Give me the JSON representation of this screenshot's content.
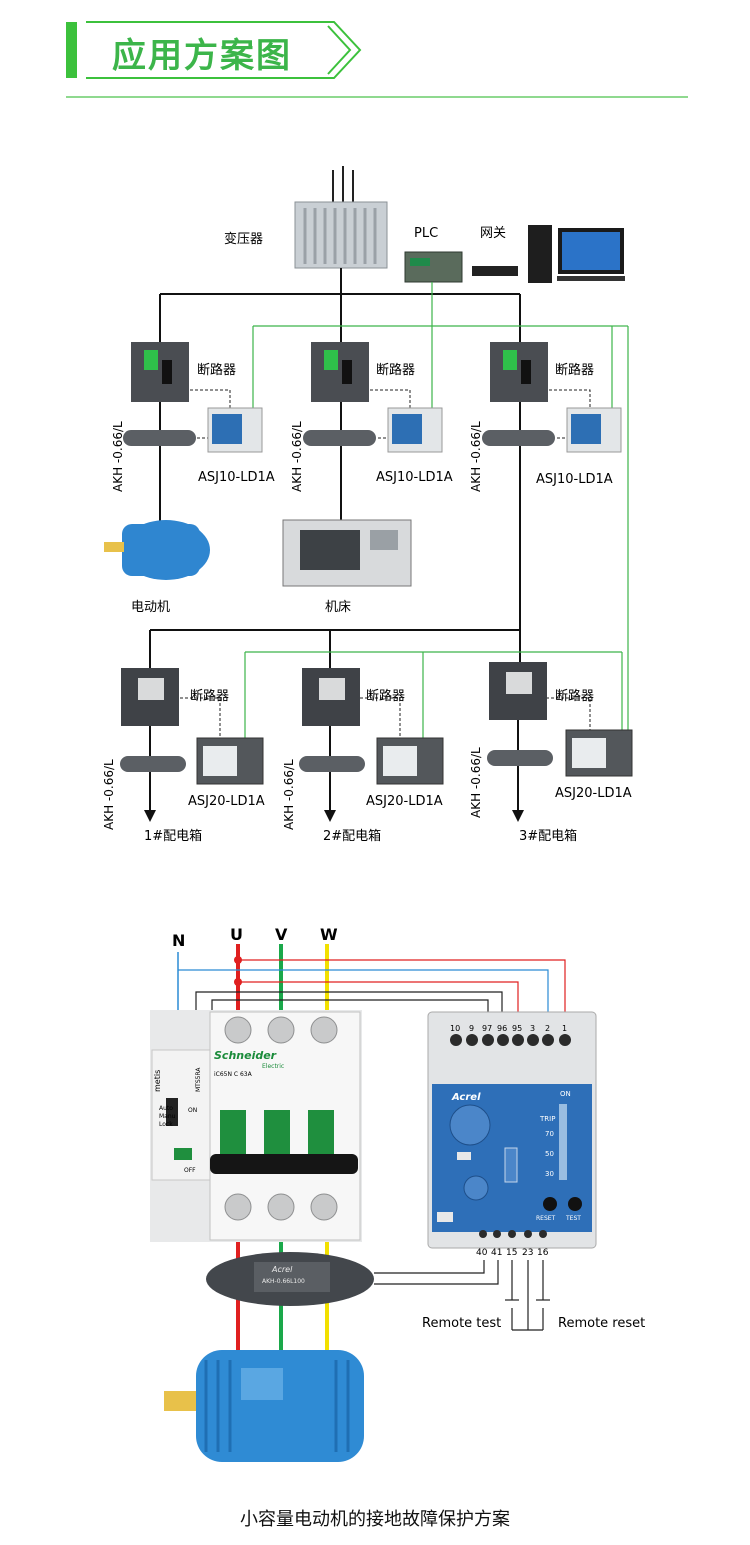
{
  "header": {
    "title": "应用方案图"
  },
  "diagram1": {
    "transformer_label": "变压器",
    "plc_label": "PLC",
    "gateway_label": "网关",
    "breaker_label": "断路器",
    "ct_label": "AKH -0.66/L",
    "asj10_label": "ASJ10-LD1A",
    "asj20_label": "ASJ20-LD1A",
    "motor_label": "电动机",
    "machine_label": "机床",
    "box1_label": "1#配电箱",
    "box2_label": "2#配电箱",
    "box3_label": "3#配电箱",
    "colors": {
      "power_line": "#111111",
      "comm_line": "#3cb54a"
    }
  },
  "diagram2": {
    "phase_n": "N",
    "phase_u": "U",
    "phase_v": "V",
    "phase_w": "W",
    "breaker_brand": "Schneider",
    "breaker_sub": "Electric",
    "breaker_model": "iC65N C 63A",
    "breaker_side_brand": "metis",
    "breaker_side_model": "MTS5RA",
    "breaker_modes": [
      "Auto",
      "Manu",
      "Lock"
    ],
    "breaker_on": "ON",
    "breaker_off": "OFF",
    "relay_terminals_top": [
      "10",
      "9",
      "97",
      "96",
      "95",
      "3",
      "2",
      "1"
    ],
    "relay_terminals_bottom": [
      "40",
      "41",
      "15",
      "23",
      "16"
    ],
    "relay_brand": "Acrel",
    "relay_on": "ON",
    "relay_trip": "TRIP",
    "relay_scale": [
      "70",
      "50",
      "30"
    ],
    "relay_reset": "RESET",
    "relay_test": "TEST",
    "ct_brand": "Acrel",
    "ct_model": "AKH-0.66L100",
    "remote_test": "Remote test",
    "remote_reset": "Remote reset",
    "colors": {
      "n": "#2a8ad4",
      "u": "#e02020",
      "v": "#1aa84a",
      "w": "#f2e000"
    }
  },
  "caption": "小容量电动机的接地故障保护方案"
}
